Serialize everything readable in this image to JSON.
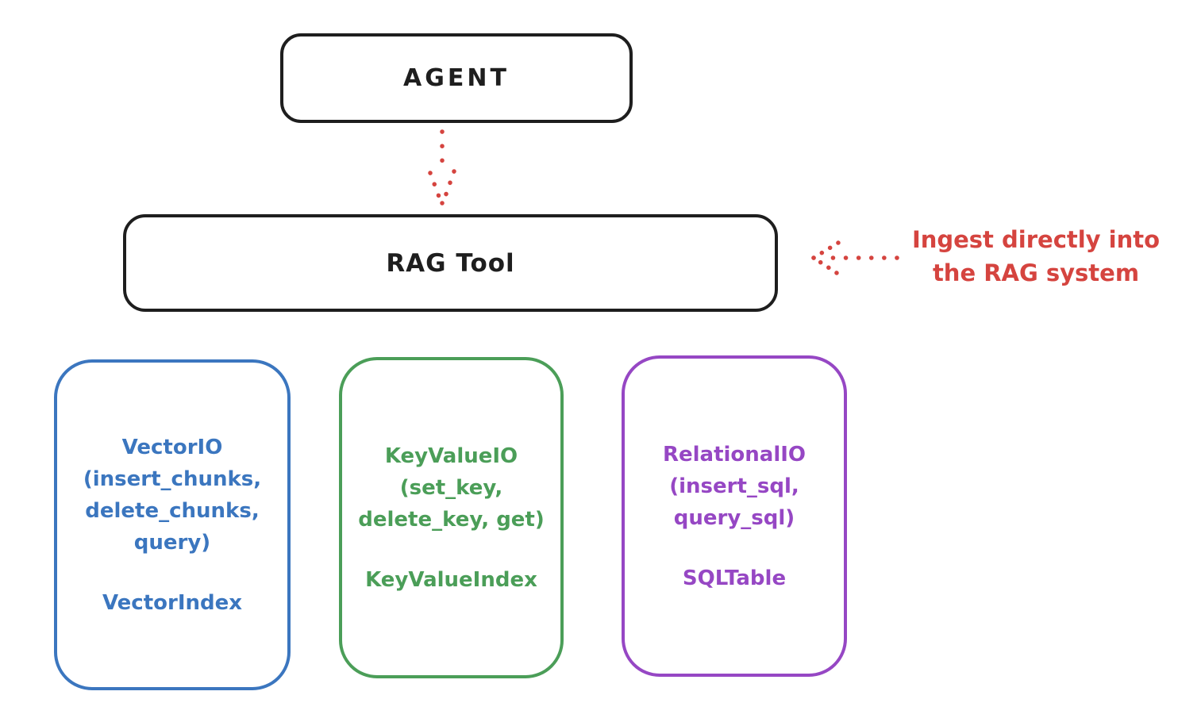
{
  "agent": {
    "label": "AGENT"
  },
  "rag_tool": {
    "label": "RAG Tool"
  },
  "annotation": {
    "lines": [
      "Ingest directly into",
      "the RAG system"
    ]
  },
  "arrows": {
    "agent_to_rag": "dotted-down-arrow",
    "ingest_to_rag": "dotted-left-arrow"
  },
  "backends": [
    {
      "id": "vector-io",
      "method_lines": [
        "VectorIO",
        "(insert_chunks,",
        "delete_chunks,",
        "query)"
      ],
      "index_label": "VectorIndex"
    },
    {
      "id": "keyvalue-io",
      "method_lines": [
        "KeyValueIO",
        "(set_key,",
        "delete_key, get)"
      ],
      "index_label": "KeyValueIndex"
    },
    {
      "id": "relational-io",
      "method_lines": [
        "RelationalIO",
        "(insert_sql,",
        "query_sql)"
      ],
      "index_label": "SQLTable"
    }
  ],
  "colors": {
    "ink": "#1e1e1e",
    "red": "#d5443f",
    "blue": "#3b76bf",
    "green": "#4b9e58",
    "purple": "#9647c4",
    "background": "#ffffff"
  }
}
